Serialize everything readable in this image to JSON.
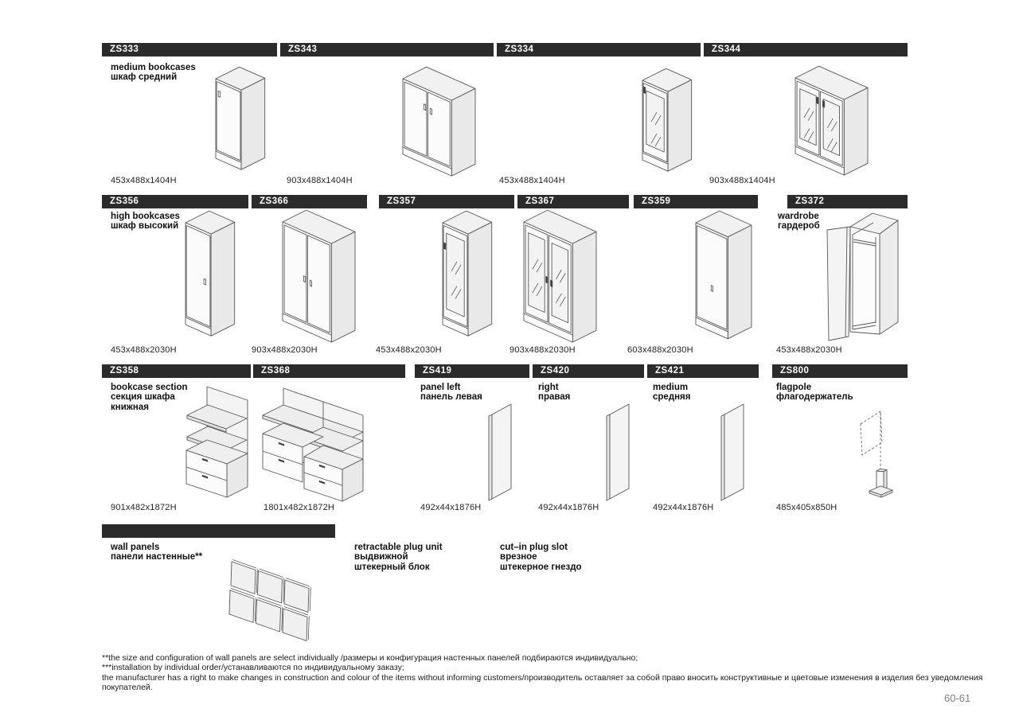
{
  "page": {
    "number": "60-61",
    "background": "#ffffff",
    "header_bar_color": "#2b2b2b",
    "header_text_color": "#ffffff"
  },
  "products": [
    {
      "code": "ZS333",
      "name_en": "medium bookcases",
      "name_ru": "шкаф средний",
      "dims": "453x488x1404H"
    },
    {
      "code": "ZS343",
      "dims": "903x488x1404H"
    },
    {
      "code": "ZS334",
      "dims": "453x488x1404H"
    },
    {
      "code": "ZS344",
      "dims": "903x488x1404H"
    },
    {
      "code": "ZS356",
      "name_en": "high bookcases",
      "name_ru": "шкаф высокий",
      "dims": "453x488x2030H"
    },
    {
      "code": "ZS366",
      "dims": "903x488x2030H"
    },
    {
      "code": "ZS357",
      "dims": "453x488x2030H"
    },
    {
      "code": "ZS367",
      "dims": "903x488x2030H"
    },
    {
      "code": "ZS359",
      "dims": "603x488x2030H"
    },
    {
      "code": "ZS372",
      "name_en": "wardrobe",
      "name_ru": "гардероб",
      "dims": "453x488x2030H"
    },
    {
      "code": "ZS358",
      "name_en": "bookcase section",
      "name_ru": "секция шкафа",
      "name_ru2": "книжная",
      "dims": "901x482x1872H"
    },
    {
      "code": "ZS368",
      "dims": "1801x482x1872H"
    },
    {
      "code": "ZS419",
      "name_en": "panel left",
      "name_ru": "панель левая",
      "dims": "492x44x1876H"
    },
    {
      "code": "ZS420",
      "name_en": "right",
      "name_ru": "правая",
      "dims": "492x44x1876H"
    },
    {
      "code": "ZS421",
      "name_en": "medium",
      "name_ru": "средняя",
      "dims": "492x44x1876H"
    },
    {
      "code": "ZS800",
      "name_en": "flagpole",
      "name_ru": "флагодержатель",
      "dims": "485x405x850H"
    }
  ],
  "extras": {
    "wall_panels": {
      "name_en": "wall panels",
      "name_ru": "панели настенные**"
    },
    "plug_unit": {
      "name_en": "retractable plug unit",
      "name_ru": "выдвижной",
      "name_ru2": "штекерный блок"
    },
    "plug_slot": {
      "name_en": "cut–in plug slot",
      "name_ru": "врезное",
      "name_ru2": "штекерное гнездо"
    }
  },
  "footnotes": [
    "**the size and configuration of wall panels are select individually /размеры и конфигурация настенных панелей подбираются индивидуально;",
    "***installation by individual order/устанавливаются по индивидуальному заказу;",
    "the manufacturer has a right to make changes in construction and colour of the items without informing customers/производитель оставляет за собой право вносить конструктивные и цветовые изменения в изделия без уведомления покупателей."
  ]
}
